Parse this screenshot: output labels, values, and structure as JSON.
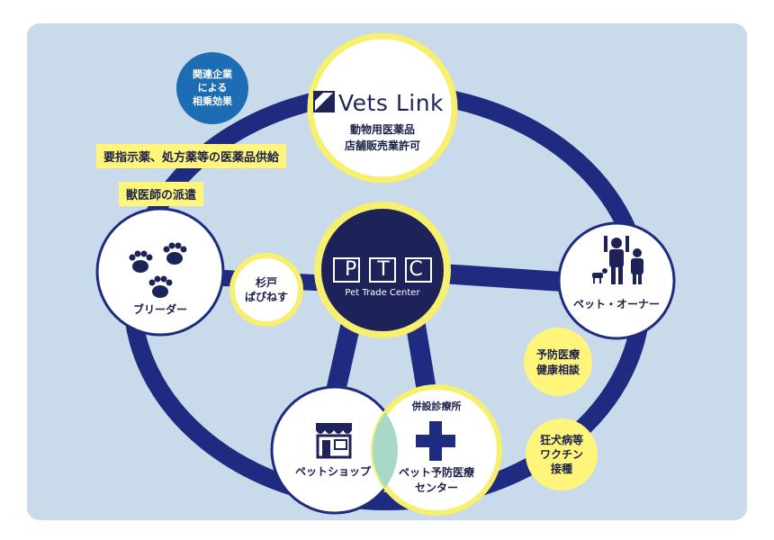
{
  "colors": {
    "panel_bg": "#c9daea",
    "navy": "#1e2b80",
    "dark_navy": "#1d2358",
    "yellow": "#fff57a",
    "yellow_ring": "#f7ef6e",
    "blue_badge": "#1d6db5",
    "white": "#ffffff",
    "overlap": "#a8d8c8"
  },
  "vets_link": {
    "logo_text": "Vets Link",
    "line1": "動物用医薬品",
    "line2": "店舗販売業許可"
  },
  "ptc": {
    "letters": "PTC",
    "subtitle": "Pet Trade Center"
  },
  "breeder": {
    "label": "ブリーダー"
  },
  "pet_owner": {
    "label": "ペット・オーナー"
  },
  "pet_shop": {
    "label": "ペットショップ"
  },
  "clinic": {
    "header": "併設診療所",
    "line1": "ペット予防医療",
    "line2": "センター"
  },
  "sugito": {
    "line1": "杉戸",
    "line2": "ぱぴねす"
  },
  "badge": {
    "line1": "関連企業",
    "line2": "による",
    "line3": "相乗効果"
  },
  "banners": {
    "supply": "要指示薬、処方薬等の医薬品供給",
    "dispatch": "獣医師の派遣"
  },
  "prevention": {
    "line1": "予防医療",
    "line2": "健康相談"
  },
  "vaccine": {
    "line1": "狂犬病等",
    "line2": "ワクチン",
    "line3": "接種"
  },
  "icons": {
    "paw": "paw-icon",
    "family": "family-icon",
    "shop": "shop-icon",
    "cross": "medical-cross-icon",
    "logo": "vets-link-logo-icon"
  }
}
